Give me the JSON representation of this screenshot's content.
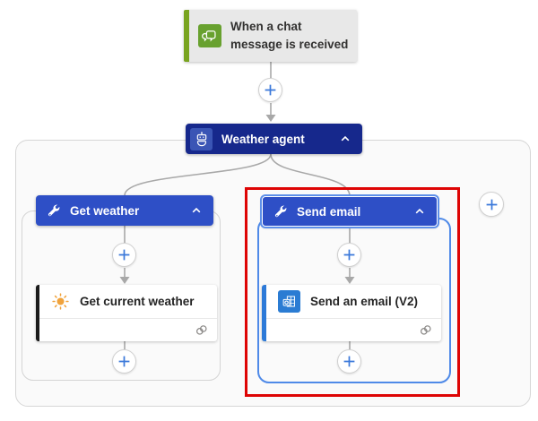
{
  "trigger": {
    "title": "When a chat message is received"
  },
  "agent": {
    "title": "Weather agent"
  },
  "branches": {
    "left": {
      "header": "Get weather",
      "action": {
        "title": "Get current weather"
      }
    },
    "right": {
      "header": "Send email",
      "action": {
        "title": "Send an email (V2)"
      }
    }
  },
  "icons": {
    "trigger": "chat-icon",
    "agent": "bot-icon",
    "branch_header": "wrench-icon",
    "collapse": "chevron-up-icon",
    "add": "plus-icon",
    "weather_action": "sun-icon",
    "email_action": "outlook-icon",
    "footer": "connection-icon"
  },
  "colors": {
    "trigger_green": "#79a41f",
    "trigger_icon_green": "#68a12f",
    "trigger_bg": "#e8e8e8",
    "agent_navy": "#16288c",
    "scope_blue": "#2e4fc6",
    "plus_blue": "#3b79da",
    "selection_blue": "#4f8ae8",
    "highlight_red": "#de0404",
    "outlook_blue": "#2b7cd3",
    "sun_orange": "#f0a23b",
    "connector_gray": "#a8a8a8"
  }
}
